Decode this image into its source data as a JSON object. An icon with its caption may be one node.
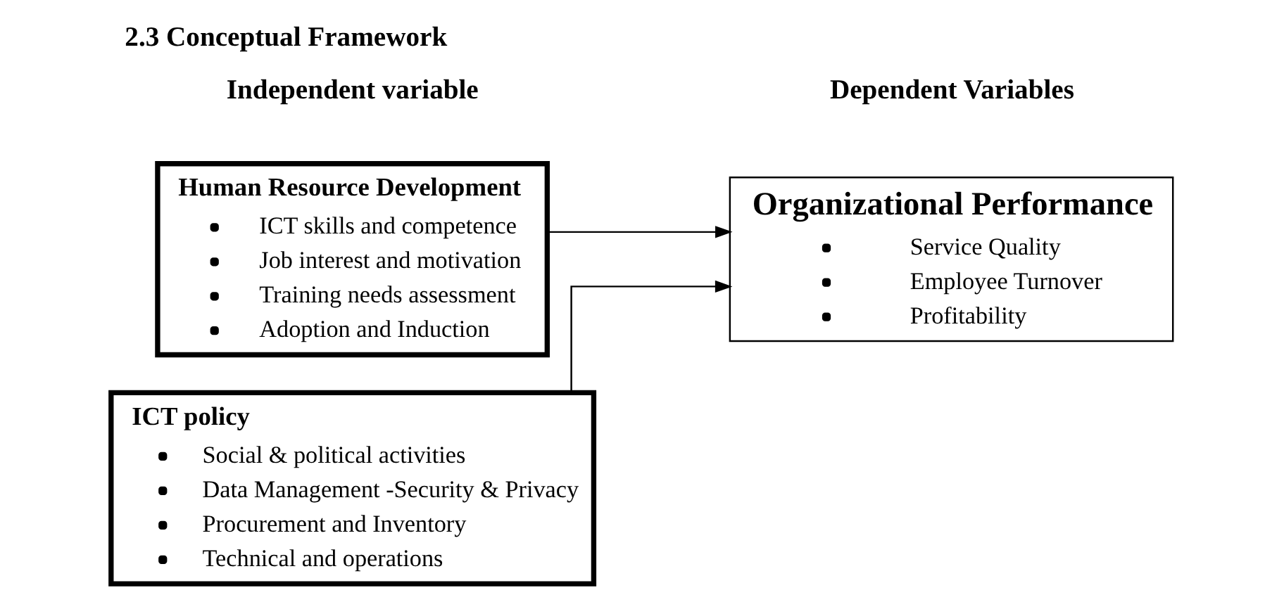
{
  "diagram": {
    "title": "2.3 Conceptual Framework",
    "nodes": [
      {
        "text": [
          "Human Resource Development",
          "ICT skills and competence",
          "Job interest and motivation",
          "Training needs assessment",
          "Adoption and Induction"
        ]
      },
      {
        "text": [
          "ICT policy",
          "Social & political activities",
          "Data Management -Security & Privacy",
          "Procurement and Inventory",
          "Technical and operations"
        ]
      },
      {
        "text": [
          "Organizational Performance",
          "Service Quality",
          "Employee Turnover",
          "Profitability"
        ]
      }
    ],
    "edges": [
      {
        "from": 0,
        "to": 2,
        "arrow": "to"
      },
      {
        "from": 1,
        "to": 2,
        "arrow": "to"
      }
    ],
    "labels": [
      "Independent variable",
      "Dependent Variables"
    ]
  }
}
